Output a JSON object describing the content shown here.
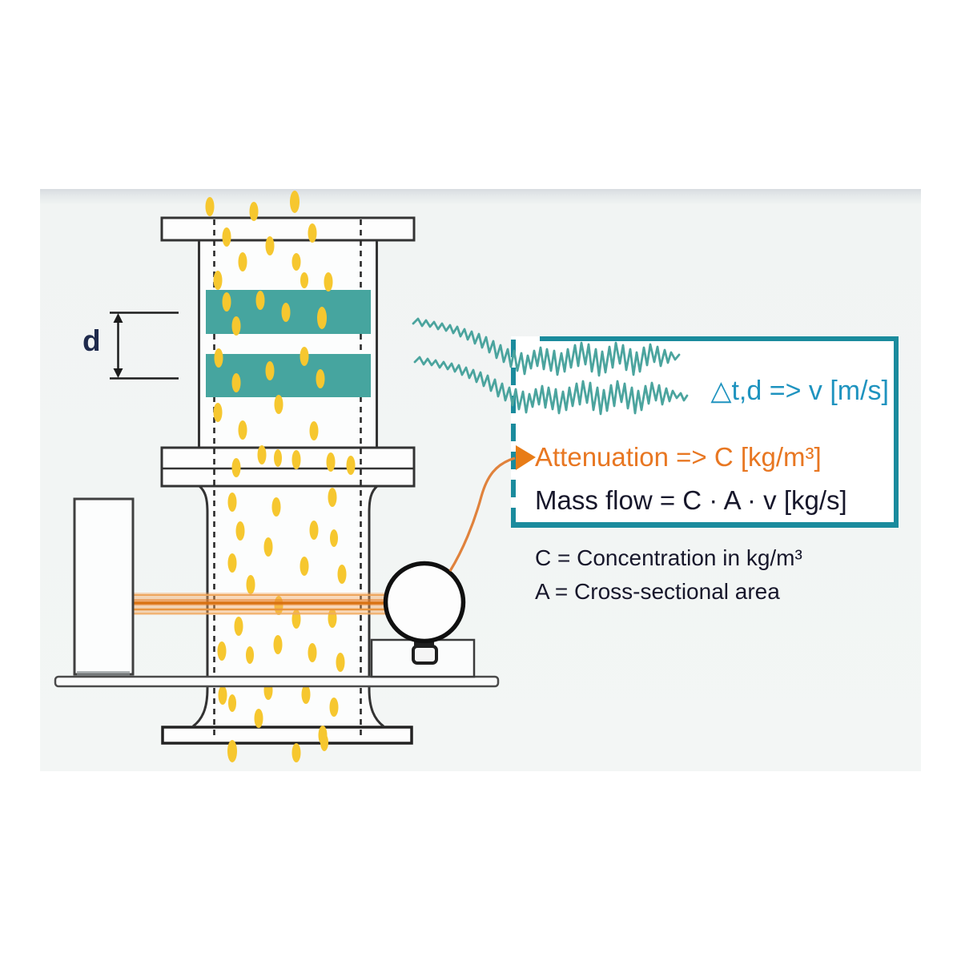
{
  "figure": {
    "dimension_label": "d",
    "velocity_formula": "△t,d => v [m/s]",
    "attenuation_formula": "Attenuation => C [kg/m³]",
    "mass_flow_formula": "Mass flow = C · A · v [kg/s]",
    "legend": {
      "concentration": "C = Concentration in kg/m³",
      "area": "A = Cross-sectional area"
    },
    "colors": {
      "box_border_teal": "#1a8b9d",
      "sensor_band_teal": "#46a59f",
      "waveform_teal": "#4ba49e",
      "velocity_text_blue": "#1e93bf",
      "attenuation_orange": "#e87722",
      "beam_orange": "#e6802a",
      "particle_yellow": "#f6c72f",
      "formula_text_dark": "#17172b",
      "dimension_label_navy": "#1f2a4c"
    }
  }
}
